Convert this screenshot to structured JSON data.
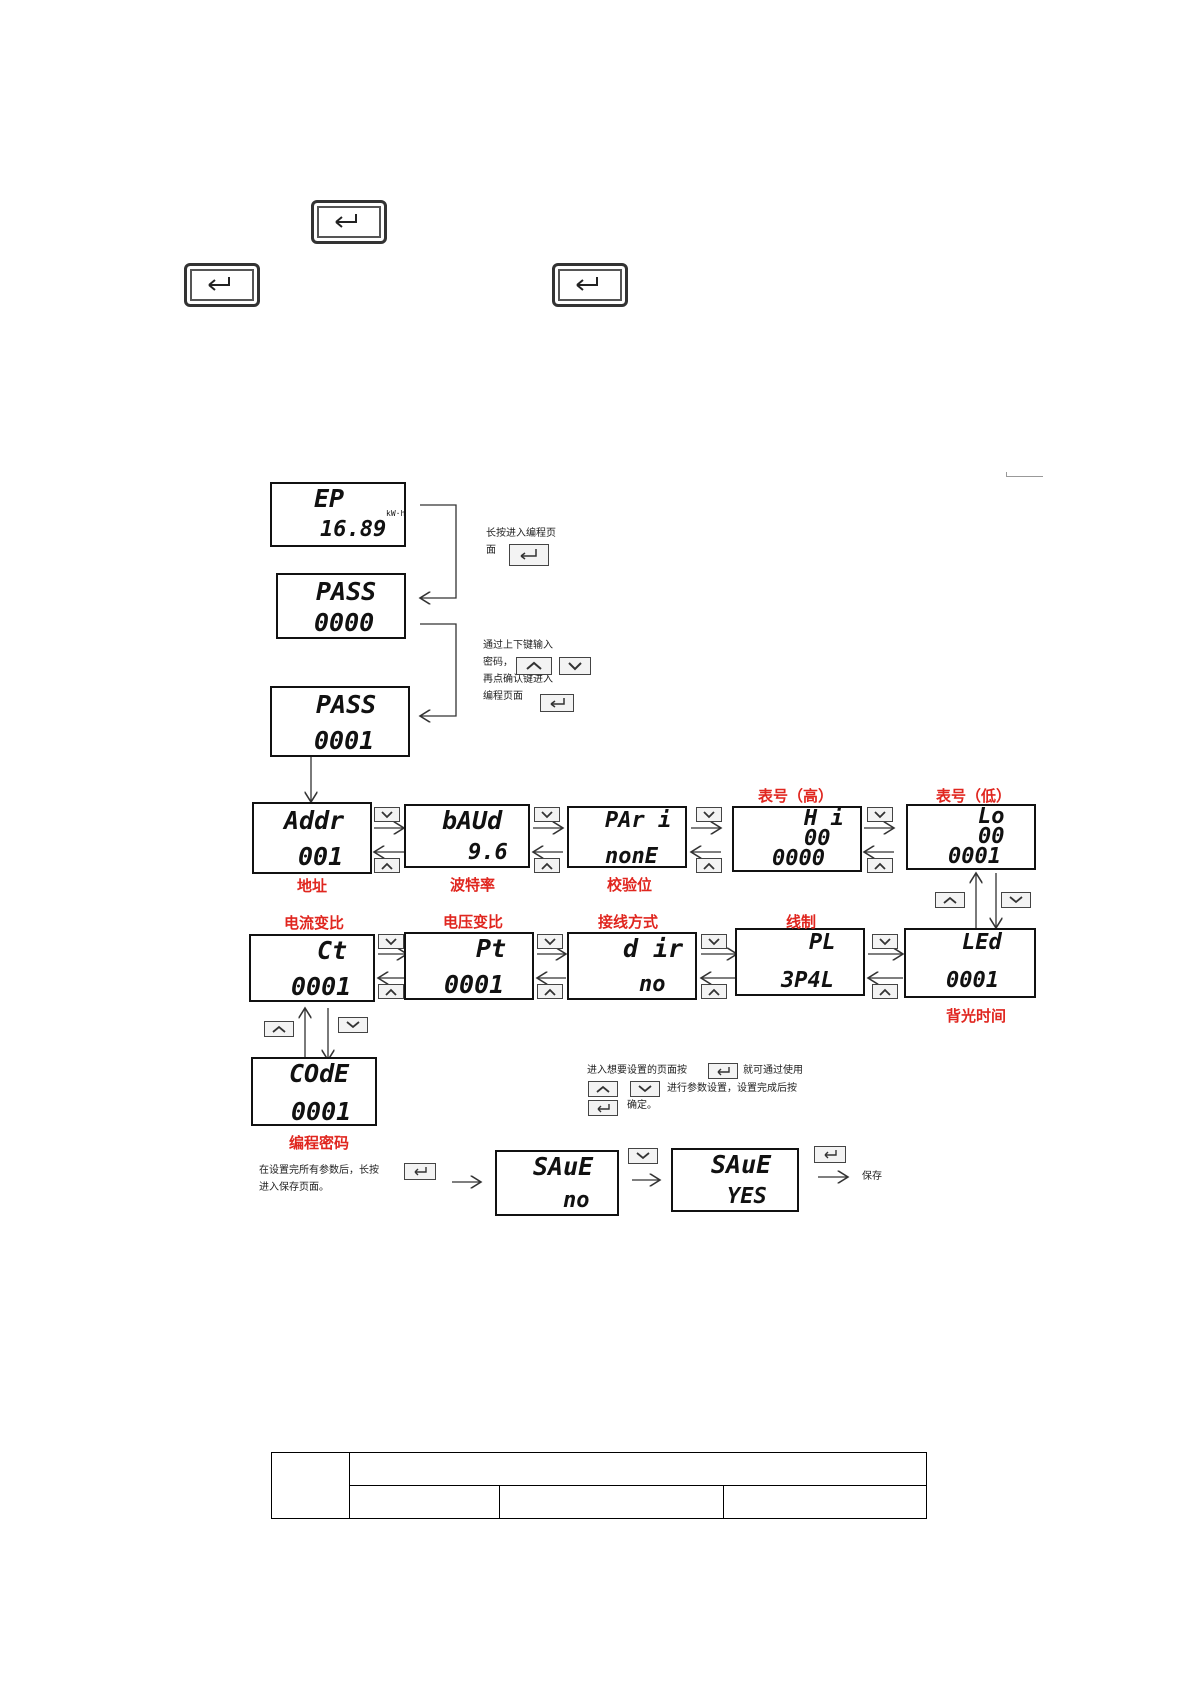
{
  "top_keys": [
    "enter-key",
    "enter-key",
    "enter-key"
  ],
  "lcd": {
    "ep": {
      "line1": "EP",
      "line2": "16.89",
      "unit": "kW·h"
    },
    "pass1": {
      "line1": "PASS",
      "line2": "0000"
    },
    "pass2": {
      "line1": "PASS",
      "line2": "0001"
    },
    "addr": {
      "line1": "Addr",
      "line2": "001"
    },
    "baud": {
      "line1": "bAUd",
      "line2": "9.6"
    },
    "pari": {
      "line1": "PAr i",
      "line2": "nonE"
    },
    "hi": {
      "line1": "H i",
      "line2": "00",
      "line3": "0000"
    },
    "lo": {
      "line1": "Lo",
      "line2": "00",
      "line3": "0001"
    },
    "ct": {
      "line1": "Ct",
      "line2": "0001"
    },
    "pt": {
      "line1": "Pt",
      "line2": "0001"
    },
    "dir": {
      "line1": "d ir",
      "line2": "no"
    },
    "pl": {
      "line1": "PL",
      "line2": "3P4L"
    },
    "led": {
      "line1": "LEd",
      "line2": "0001"
    },
    "code": {
      "line1": "COdE",
      "line2": "0001"
    },
    "save_no": {
      "line1": "SAuE",
      "line2": "no"
    },
    "save_yes": {
      "line1": "SAuE",
      "line2": "YES"
    }
  },
  "labels": {
    "addr": "地址",
    "baud": "波特率",
    "pari": "校验位",
    "hi": "表号（高）",
    "lo": "表号（低）",
    "ct": "电流变比",
    "pt": "电压变比",
    "dir": "接线方式",
    "pl": "线制",
    "led": "背光时间",
    "code": "编程密码"
  },
  "notes": {
    "long_press_line1": "长按进入编程页",
    "long_press_line2": "面",
    "password_line1": "通过上下键输入",
    "password_line2": "密码，",
    "password_line3": "再点确认键进入",
    "password_line4": "编程页面",
    "settings_line1a": "进入想要设置的页面按",
    "settings_line1b": "就可通过使用",
    "settings_line2": "进行参数设置，设置完成后按",
    "settings_line3": "确定。",
    "save_line1": "在设置完所有参数后，长按",
    "save_line2": "进入保存页面。",
    "save_result": "保存"
  },
  "icons": {
    "enter": "enter-key-icon",
    "up": "up-key-icon",
    "down": "down-key-icon"
  },
  "colors": {
    "label_red": "#e0261f"
  }
}
